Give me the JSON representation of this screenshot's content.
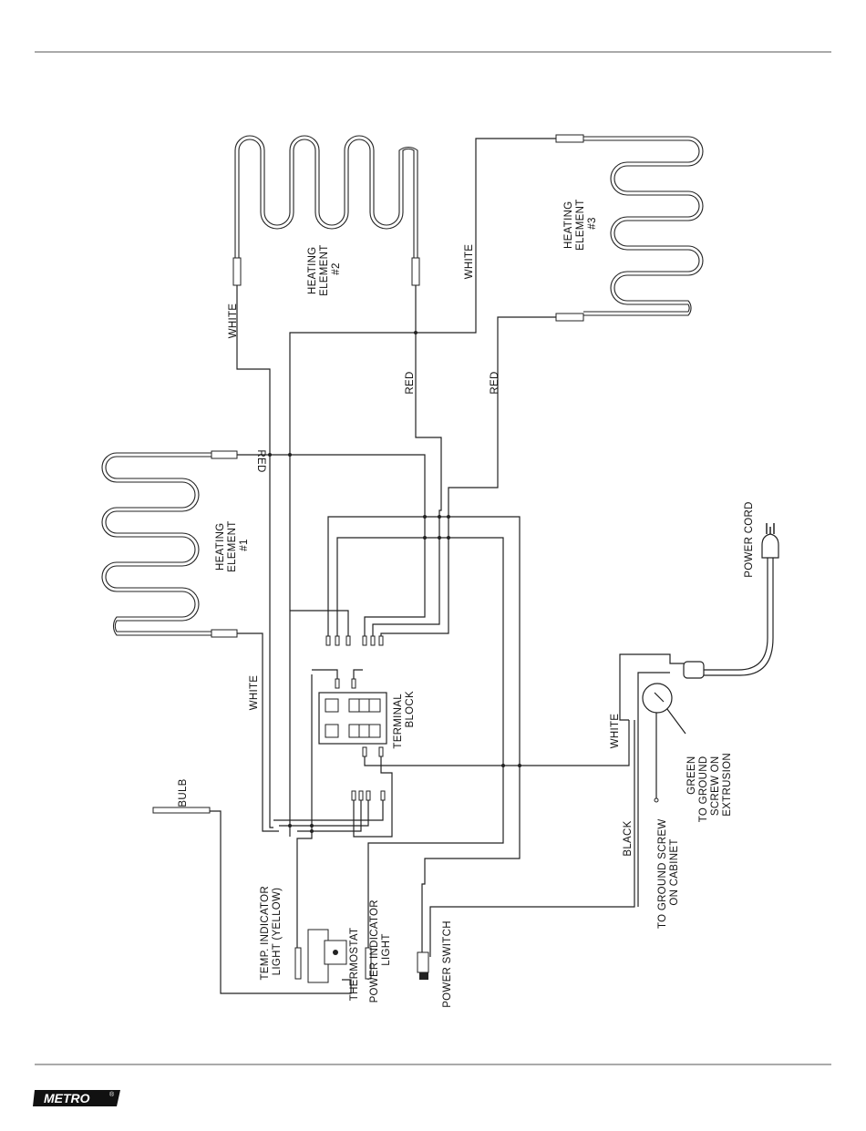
{
  "brand": {
    "name": "METRO",
    "registered": "®"
  },
  "labels": {
    "heating_element_2": [
      "HEATING",
      "ELEMENT",
      "#2"
    ],
    "heating_element_3": [
      "HEATING",
      "ELEMENT",
      "#3"
    ],
    "heating_element_1": [
      "HEATING",
      "ELEMENT",
      "#1"
    ],
    "terminal_block": [
      "TERMINAL",
      "BLOCK"
    ],
    "temp_indicator": [
      "TEMP. INDICATOR",
      "LIGHT (YELLOW)"
    ],
    "thermostat": "THERMOSTAT",
    "power_indicator": [
      "POWER INDICATOR",
      "LIGHT"
    ],
    "power_switch": "POWER SWITCH",
    "bulb": "BULB",
    "power_cord": "POWER CORD",
    "green_ground": [
      "GREEN",
      "TO GROUND",
      "SCREW ON",
      "EXTRUSION"
    ],
    "ground_cabinet": [
      "TO GROUND SCREW",
      "ON CABINET"
    ],
    "black": "BLACK"
  },
  "wire_labels": {
    "white_he2": "WHITE",
    "white_he3": "WHITE",
    "red_he2": "RED",
    "red_he3": "RED",
    "red_he1": "RED",
    "white_he1": "WHITE",
    "white_cord": "WHITE"
  }
}
